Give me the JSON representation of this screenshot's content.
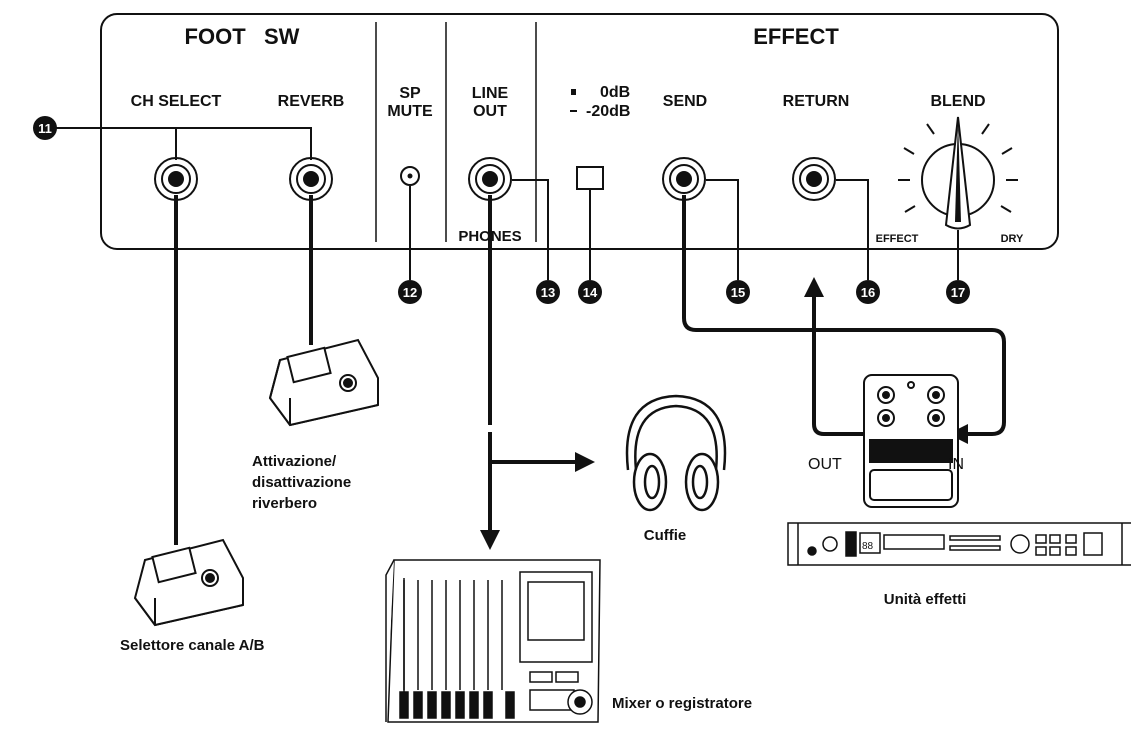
{
  "panel": {
    "foot_sw_header": "FOOT   SW",
    "effect_header": "EFFECT",
    "ch_select": "CH SELECT",
    "reverb": "REVERB",
    "sp_line1": "SP",
    "sp_line2": "MUTE",
    "line_line1": "LINE",
    "line_line2": "OUT",
    "phones": "PHONES",
    "odb": "0dB",
    "m20db": "-20dB",
    "send": "SEND",
    "return": "RETURN",
    "blend": "BLEND",
    "effect_small": "EFFECT",
    "dry_small": "DRY"
  },
  "callouts": {
    "c11": "11",
    "c12": "12",
    "c13": "13",
    "c14": "14",
    "c15": "15",
    "c16": "16",
    "c17": "17"
  },
  "labels": {
    "reverb_pedal_1": "Attivazione/",
    "reverb_pedal_2": "disattivazione",
    "reverb_pedal_3": "riverbero",
    "channel_pedal": "Selettore canale A/B",
    "headphones": "Cuffie",
    "mixer": "Mixer o registratore",
    "effects_unit": "Unità effetti",
    "out": "OUT",
    "in": "IN",
    "rack_display": "88"
  }
}
